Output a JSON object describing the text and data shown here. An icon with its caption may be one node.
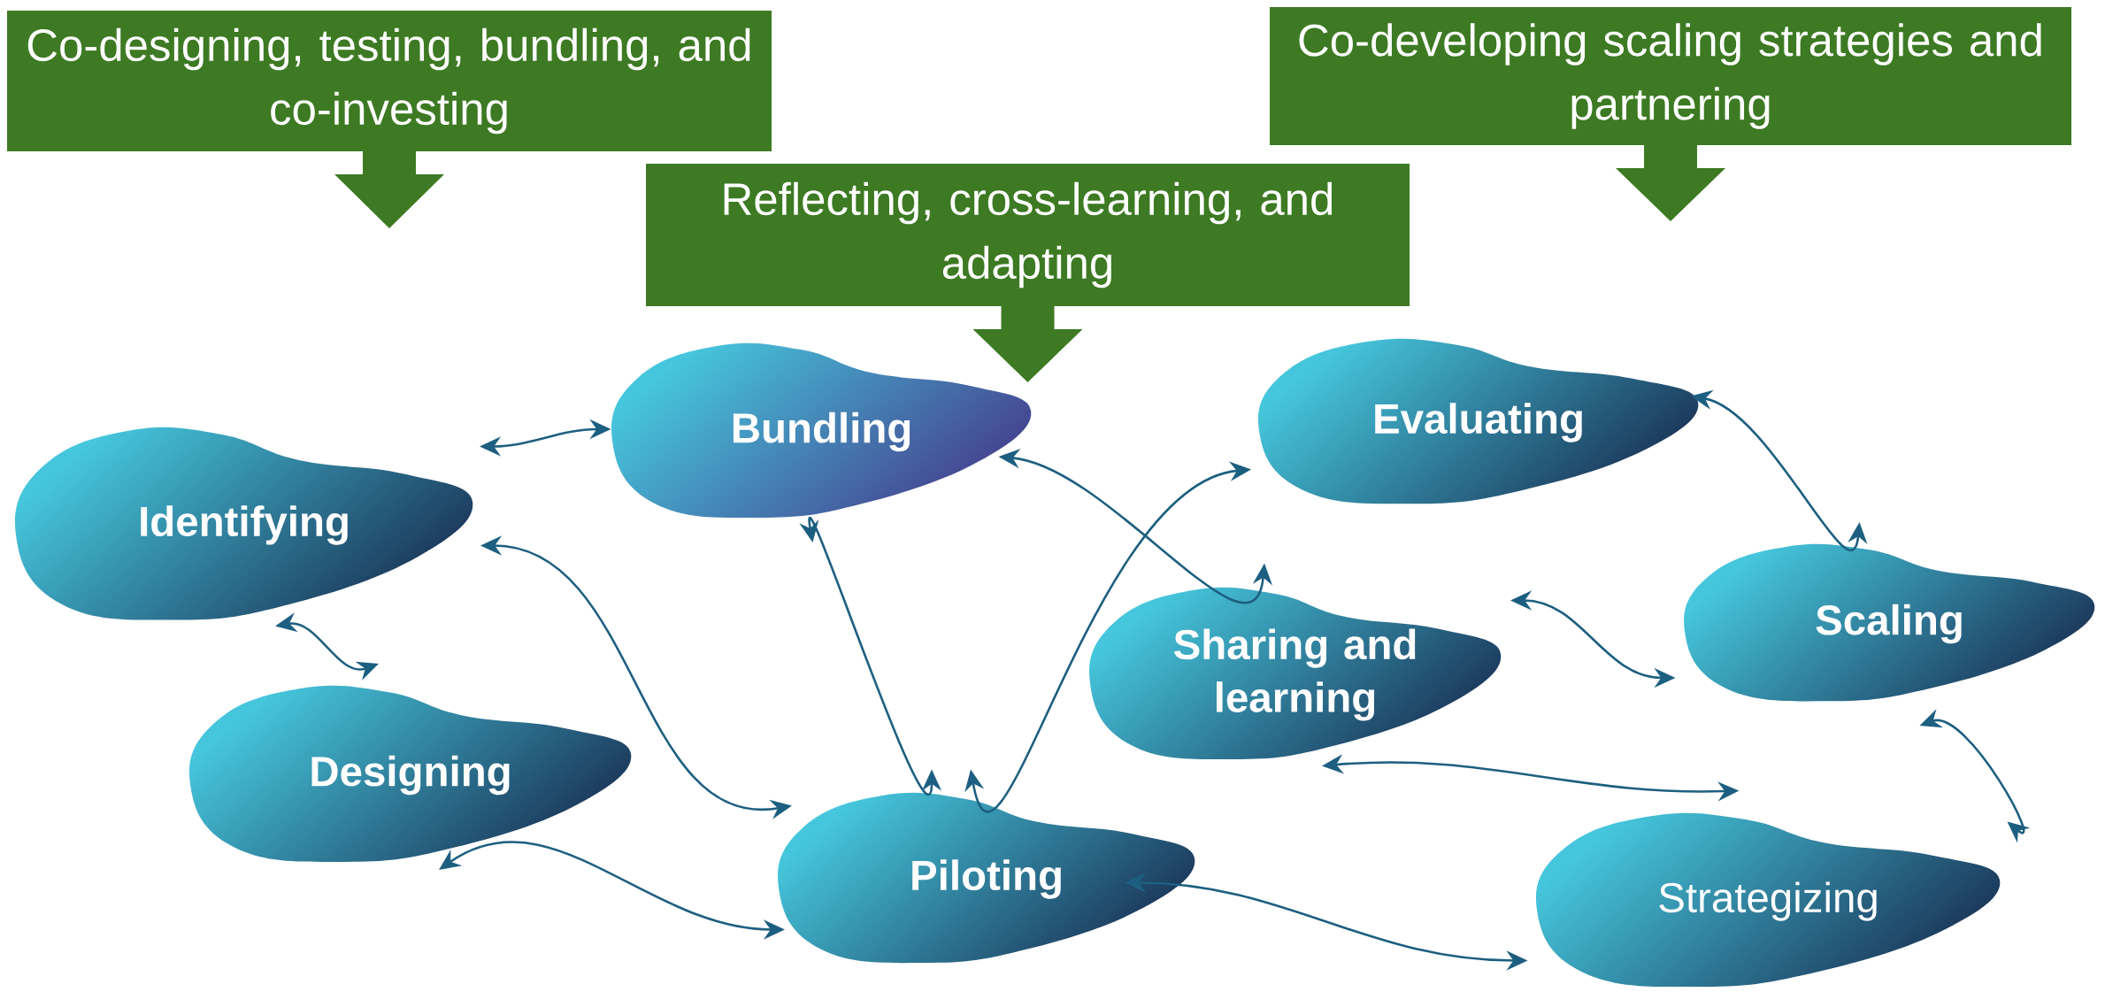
{
  "diagram": {
    "nodes": [
      {
        "text": [
          "Co-designing, testing, bundling, and co-investing"
        ]
      },
      {
        "text": [
          "Co-developing scaling strategies and partnering"
        ]
      },
      {
        "text": [
          "Reflecting, cross-learning, and adapting"
        ]
      },
      {
        "text": [
          "Bundling"
        ]
      },
      {
        "text": [
          "Evaluating"
        ]
      },
      {
        "text": [
          "Identifying"
        ]
      },
      {
        "text": [
          "Scaling"
        ]
      },
      {
        "text": [
          "Sharing and learning"
        ]
      },
      {
        "text": [
          "Designing"
        ]
      },
      {
        "text": [
          "Piloting"
        ]
      },
      {
        "text": [
          "Strategizing"
        ]
      }
    ],
    "edges": [
      {
        "from": 5,
        "to": 3,
        "arrow": "both"
      },
      {
        "from": 5,
        "to": 8,
        "arrow": "both"
      },
      {
        "from": 5,
        "to": 9,
        "arrow": "both"
      },
      {
        "from": 3,
        "to": 9,
        "arrow": "both"
      },
      {
        "from": 3,
        "to": 7,
        "arrow": "both"
      },
      {
        "from": 4,
        "to": 9,
        "arrow": "both"
      },
      {
        "from": 4,
        "to": 6,
        "arrow": "both"
      },
      {
        "from": 7,
        "to": 6,
        "arrow": "both"
      },
      {
        "from": 7,
        "to": 10,
        "arrow": "both"
      },
      {
        "from": 6,
        "to": 10,
        "arrow": "both"
      },
      {
        "from": 8,
        "to": 9,
        "arrow": "both"
      },
      {
        "from": 9,
        "to": 10,
        "arrow": "both"
      }
    ]
  }
}
